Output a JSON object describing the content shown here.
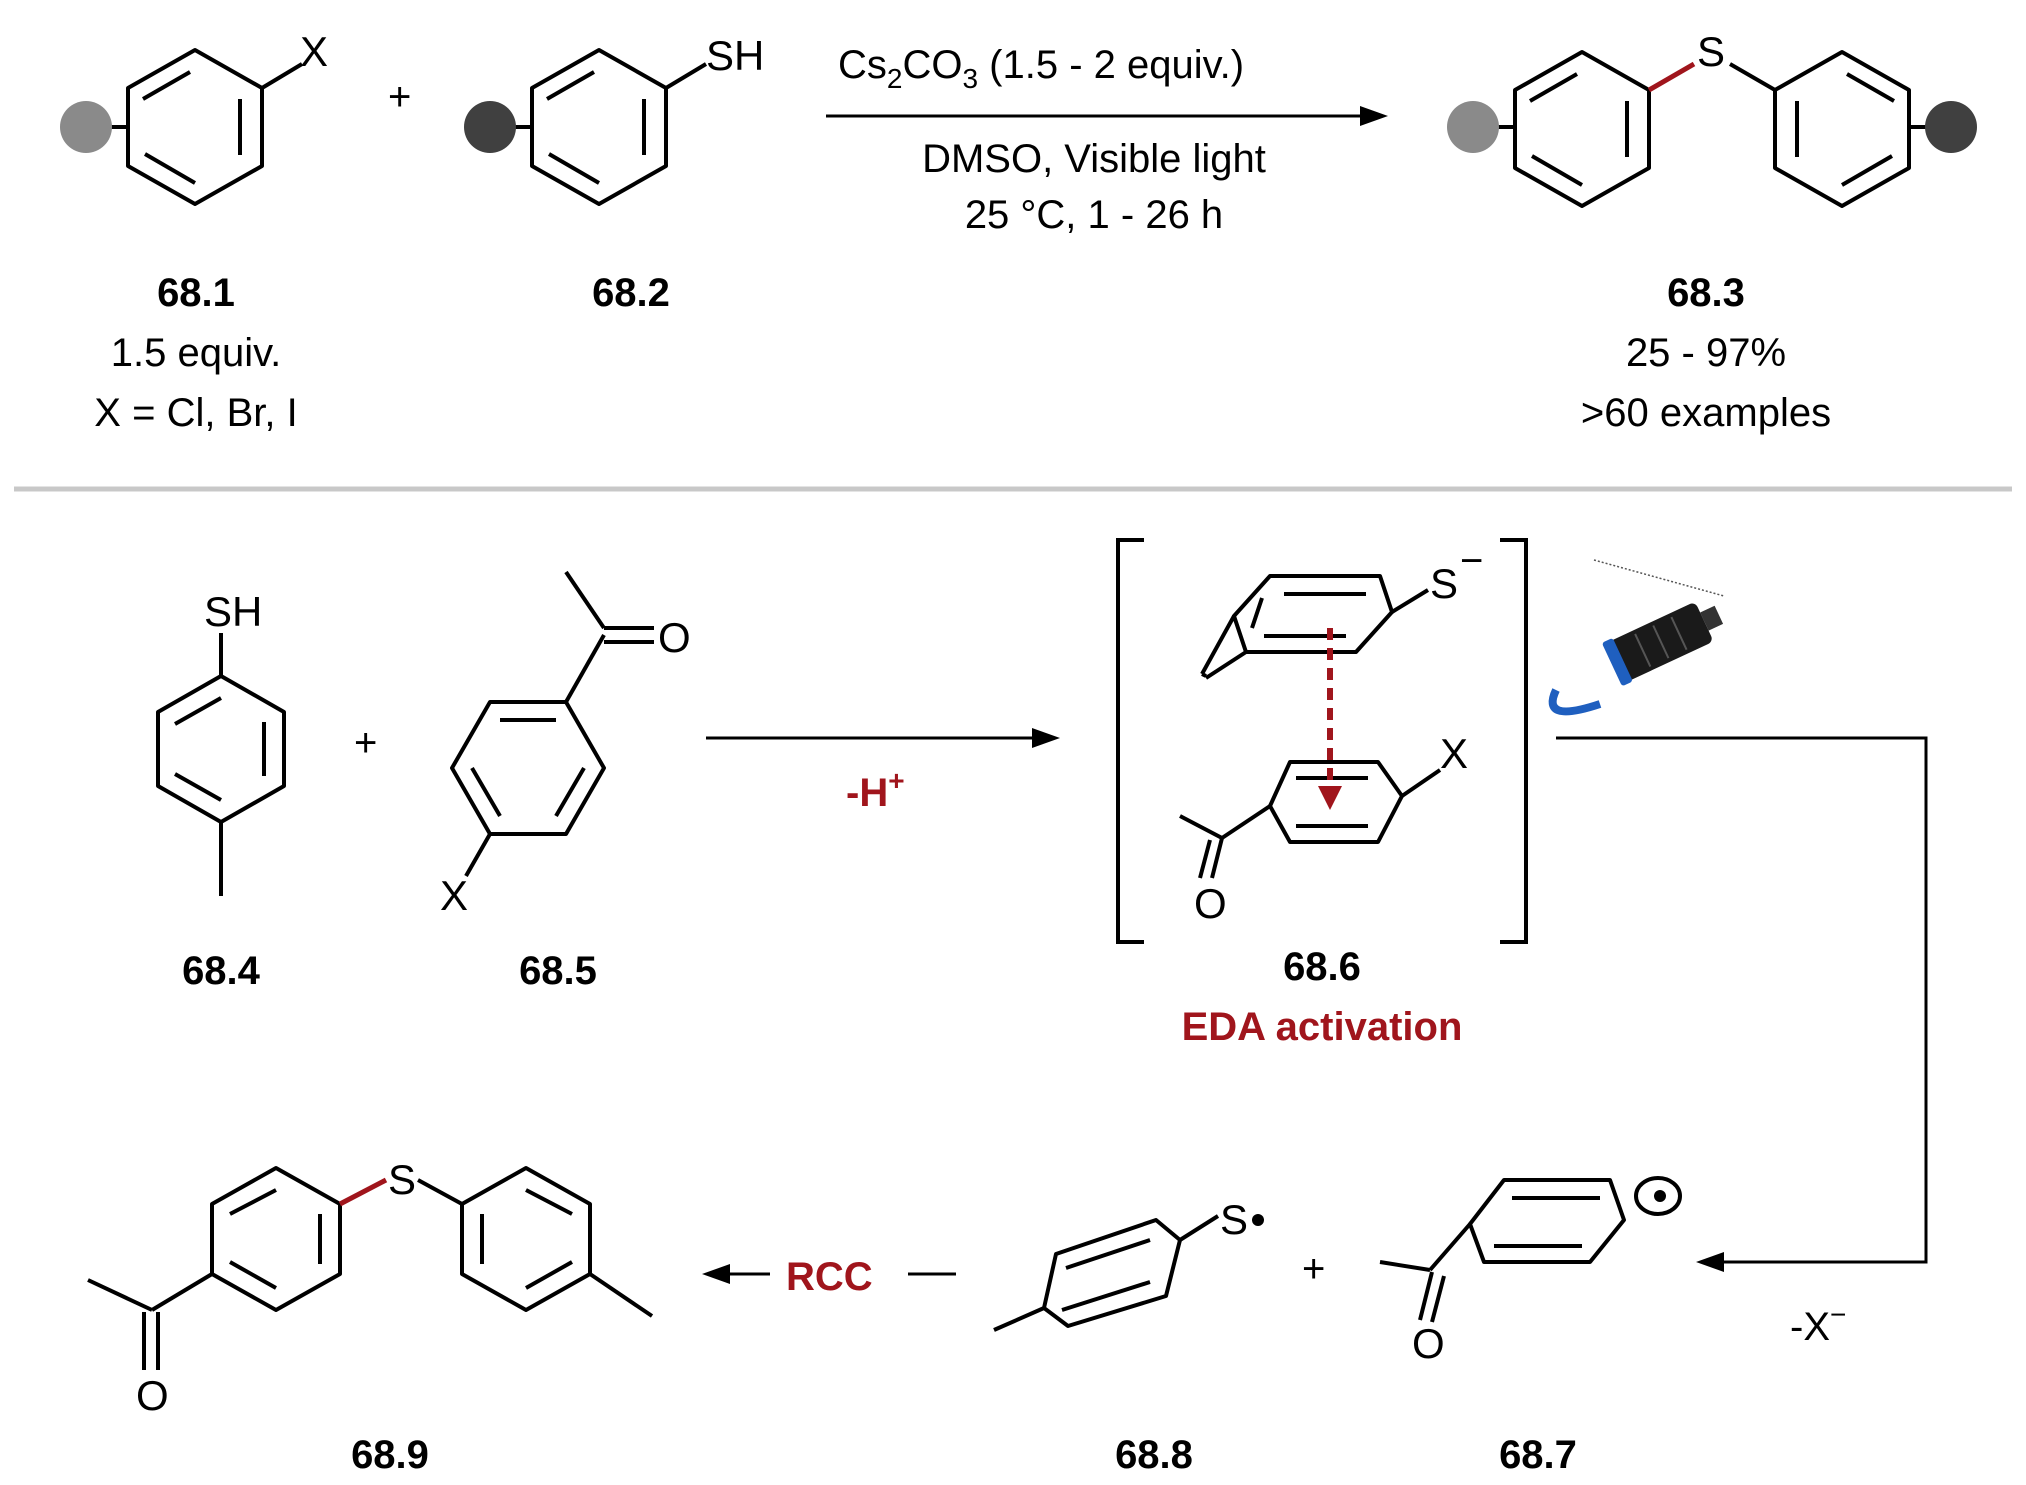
{
  "reaction_top": {
    "reagent_base": "Cs",
    "reagent_sub1": "2",
    "reagent_mid": "CO",
    "reagent_sub2": "3",
    "reagent_rest": " (1.5 - 2 equiv.)",
    "conditions_line1": "DMSO, Visible light",
    "conditions_line2": "25 °C, 1 - 26 h",
    "plus": "+",
    "compound_1": {
      "id": "68.1",
      "line1": "1.5 equiv.",
      "line2": "X = Cl, Br, I",
      "atom_x": "X"
    },
    "compound_2": {
      "id": "68.2",
      "atom_sh": "SH"
    },
    "compound_3": {
      "id": "68.3",
      "line1": "25 - 97%",
      "line2": ">60 examples",
      "atom_s": "S"
    }
  },
  "mechanism": {
    "compound_4": {
      "id": "68.4",
      "atom_sh": "SH"
    },
    "compound_5": {
      "id": "68.5",
      "atom_o": "O",
      "atom_x": "X"
    },
    "plus": "+",
    "step1_label_base": "-H",
    "step1_label_sup": "+",
    "complex": {
      "id": "68.6",
      "label": "EDA activation",
      "atom_s": "S",
      "charge": "−",
      "atom_x": "X",
      "atom_o": "O"
    },
    "step2_label_base": "-X",
    "step2_label_sup": "−",
    "compound_7": {
      "id": "68.7",
      "atom_o": "O"
    },
    "compound_8": {
      "id": "68.8",
      "atom_s": "S"
    },
    "plus2": "+",
    "rcc_label": "RCC",
    "compound_9": {
      "id": "68.9",
      "atom_s": "S",
      "atom_o": "O"
    }
  },
  "colors": {
    "accent_red": "#a0151c",
    "bond_black": "#000000",
    "gray_dot": "#8a8a8a",
    "dark_dot": "#404040",
    "separator": "#c8c8c8",
    "lamp_blue": "#1f5fbf"
  }
}
